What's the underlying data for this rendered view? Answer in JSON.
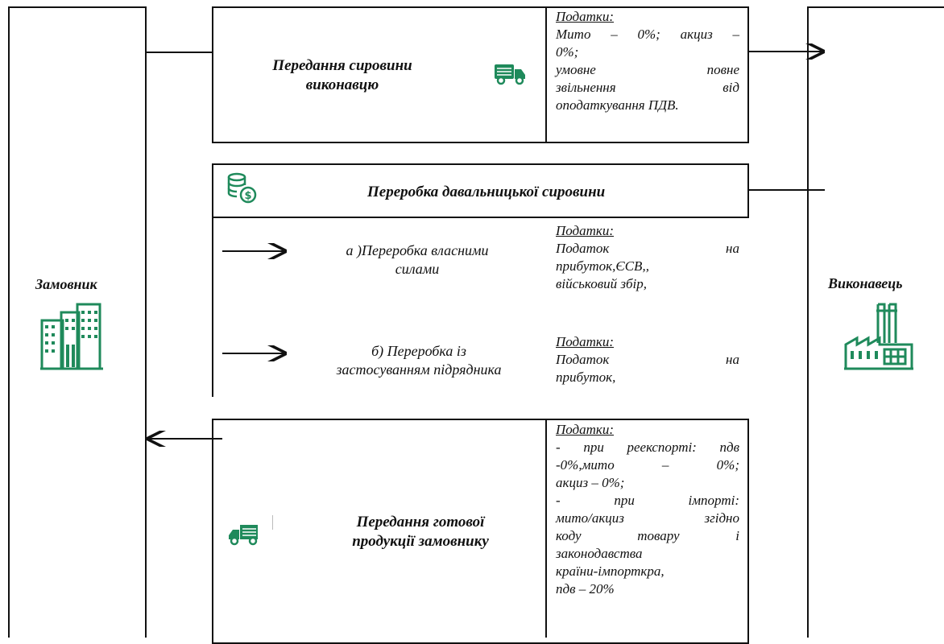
{
  "customer": {
    "label": "Замовник",
    "icon": "office-buildings-icon"
  },
  "contractor": {
    "label": "Виконавець",
    "icon": "factory-icon"
  },
  "transfer_raw": {
    "title_lines": [
      "Передання сировини",
      "виконавцю"
    ],
    "icon": "delivery-truck-icon",
    "tax_header": "Податки:",
    "tax_lines": [
      "Мито – 0%; акциз –",
      "0%;",
      "умовне повне",
      "звільнення від",
      "оподаткування ПДВ."
    ]
  },
  "processing": {
    "title": "Переробка давальницької сировини",
    "icon": "coins-icon",
    "option_a": {
      "lines": [
        "а )Переробка власними",
        "силами"
      ],
      "tax_header": "Податки:",
      "tax_lines": [
        "Податок на",
        "прибуток,ЄСВ,,",
        "військовий збір,"
      ]
    },
    "option_b": {
      "lines": [
        "б) Переробка із",
        "застосуванням підрядника"
      ],
      "tax_header": "Податки:",
      "tax_lines": [
        "Податок на",
        "прибуток,"
      ]
    }
  },
  "transfer_finished": {
    "title_lines": [
      "Передання готової",
      "продукції замовнику"
    ],
    "icon": "delivery-truck-icon",
    "tax_header": "Податки:",
    "tax_lines": [
      "- при реекспорті: пдв",
      "-0%,мито – 0%;",
      "акциз – 0%;",
      "- при імпорті:",
      "мито/акциз згідно",
      "коду товару і",
      "законодавства",
      "країни-імпорткра,",
      "пдв – 20%"
    ]
  },
  "colors": {
    "icon_green": "#1f8a5b",
    "line": "#111111"
  }
}
